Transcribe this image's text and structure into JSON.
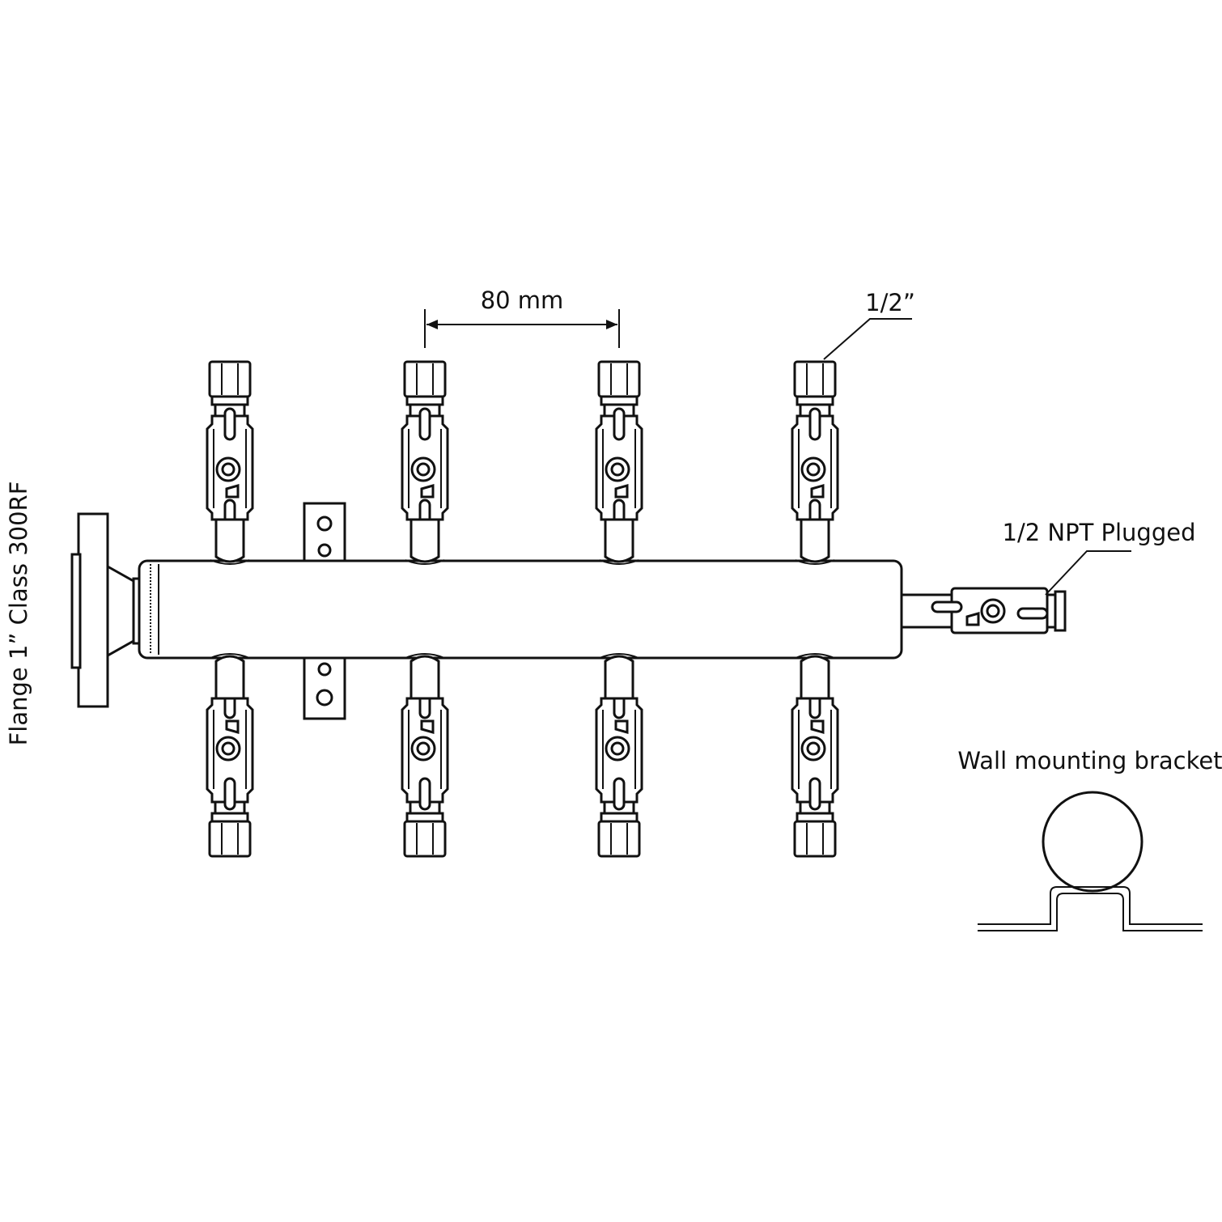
{
  "labels": {
    "spacing": "80 mm",
    "outlet_size": "1/2”",
    "end_plug": "1/2 NPT Plugged",
    "inlet_flange": "Flange 1” Class 300RF",
    "bracket": "Wall mounting bracket"
  },
  "outlets": {
    "top_count": 4,
    "bottom_count": 4
  }
}
